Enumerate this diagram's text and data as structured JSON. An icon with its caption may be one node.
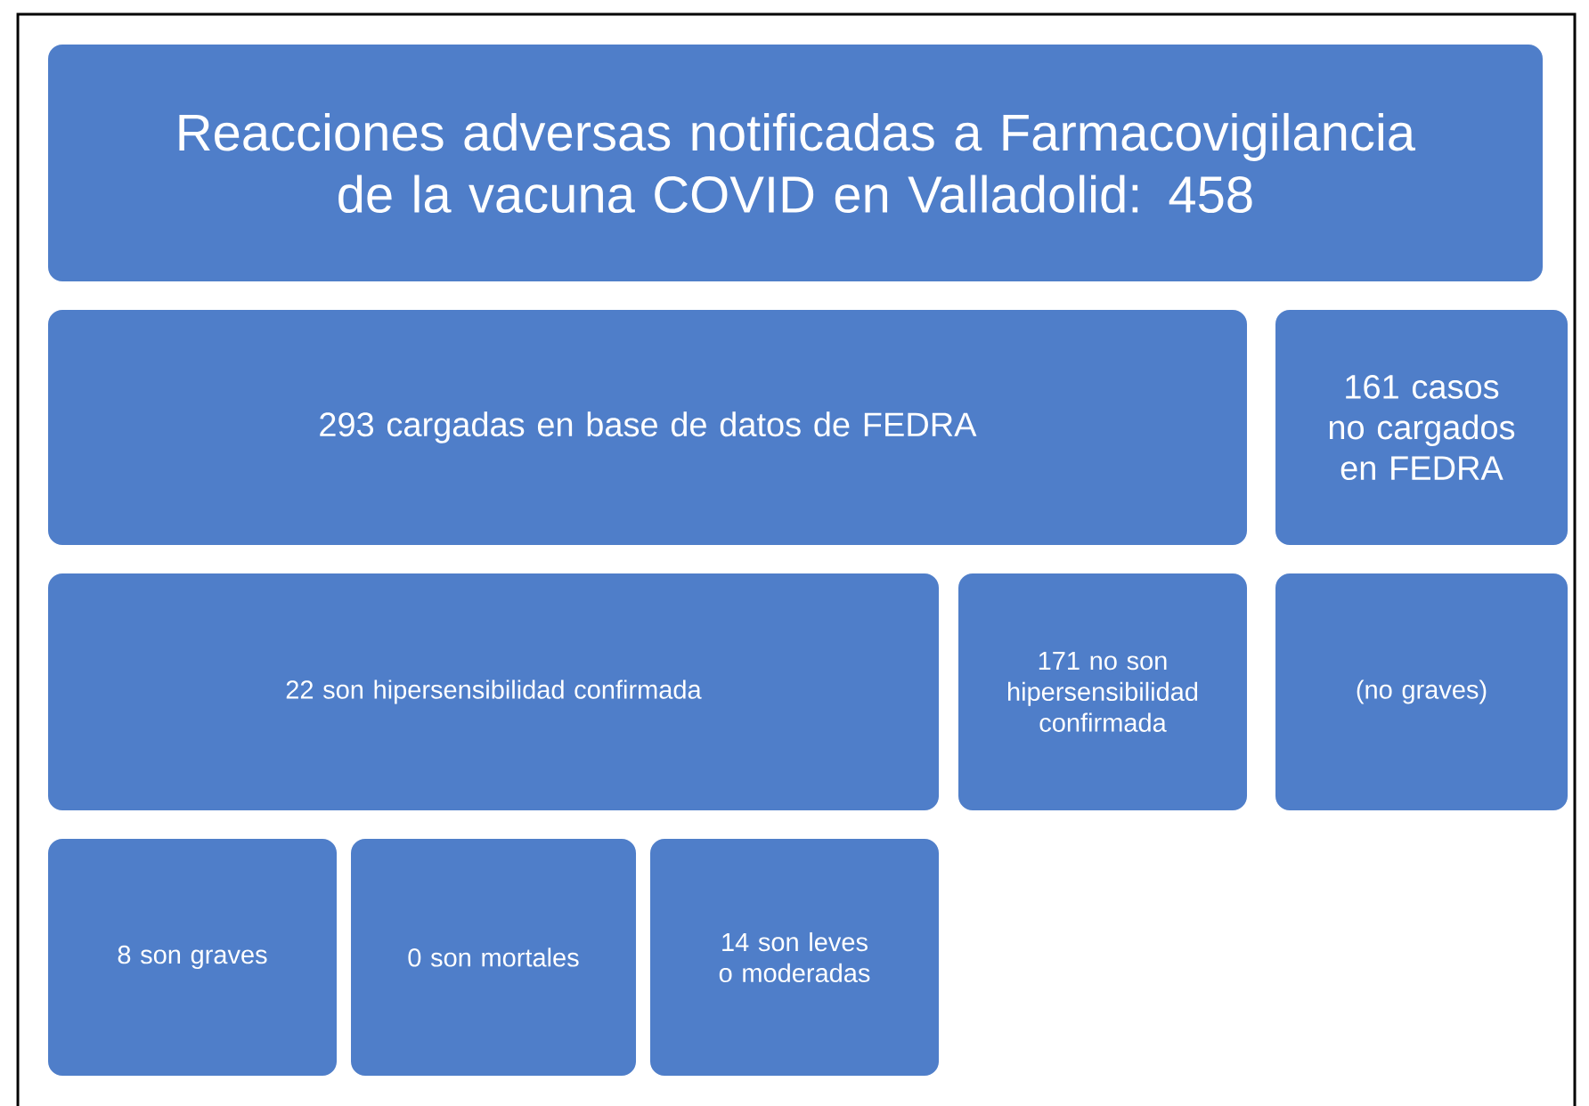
{
  "diagram": {
    "nodes": [
      {
        "text": [
          "Reacciones adversas notificadas a Farmacovigilancia de la vacuna COVID en Valladolid: 458"
        ]
      },
      {
        "text": [
          "293 cargadas en base de datos de FEDRA"
        ]
      },
      {
        "text": [
          "161 casos no cargados en FEDRA"
        ]
      },
      {
        "text": [
          "22 son hipersensibilidad confirmada"
        ]
      },
      {
        "text": [
          "171 no son hipersensibilidad confirmada"
        ]
      },
      {
        "text": [
          "(no graves)"
        ]
      },
      {
        "text": [
          "8 son graves"
        ]
      },
      {
        "text": [
          "0 son mortales"
        ]
      },
      {
        "text": [
          "14 son leves o moderadas"
        ]
      }
    ]
  }
}
